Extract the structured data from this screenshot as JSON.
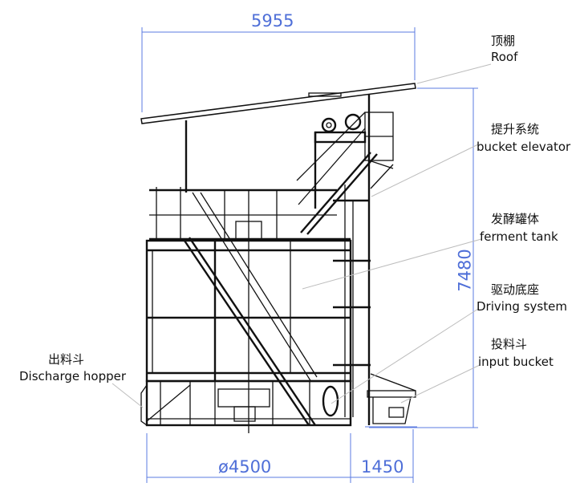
{
  "dimensions": {
    "overall_width": "5955",
    "overall_height": "7480",
    "tank_diameter": "ø4500",
    "input_bucket_width": "1450"
  },
  "labels": {
    "roof": {
      "zh": "顶棚",
      "en": "Roof"
    },
    "bucket_elevator": {
      "zh": "提升系统",
      "en": "bucket elevator"
    },
    "ferment_tank": {
      "zh": "发酵罐体",
      "en": "ferment tank"
    },
    "driving_system": {
      "zh": "驱动底座",
      "en": "Driving system"
    },
    "input_bucket": {
      "zh": "投料斗",
      "en": "input bucket"
    },
    "discharge_hopper": {
      "zh": "出料斗",
      "en": "Discharge hopper"
    }
  },
  "colors": {
    "dimension": "#5b7be0",
    "line": "#111111",
    "leader": "#bdbdbd"
  }
}
